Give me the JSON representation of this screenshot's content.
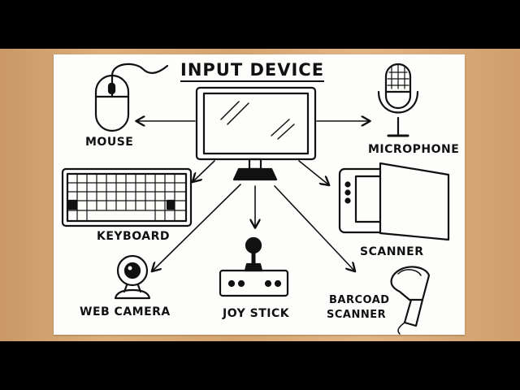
{
  "title": "INPUT DEVICE",
  "devices": {
    "mouse": "MOUSE",
    "microphone": "MICROPHONE",
    "keyboard": "KEYBOARD",
    "scanner": "SCANNER",
    "web_camera": "WEB CAMERA",
    "joystick": "JOY STICK",
    "barcode_line1": "BARCOAD",
    "barcode_line2": "SCANNER"
  },
  "colors": {
    "ink": "#111111",
    "paper": "#fdfdfb",
    "wood": "#d4a470"
  }
}
